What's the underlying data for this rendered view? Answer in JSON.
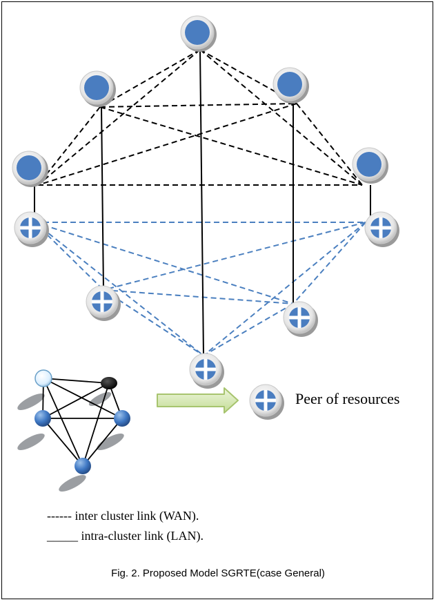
{
  "peer_label": "Peer of resources",
  "legend": {
    "wan": "------ inter cluster link (WAN).",
    "lan": "_____ intra-cluster link (LAN)."
  },
  "caption": "Fig. 2.  Proposed Model SGRTE(case General)",
  "colors": {
    "cluster_node": "#4a7dc0",
    "wan_cluster_link": "#000000",
    "wan_peer_link": "#4a7fbf",
    "intra_link": "#000000",
    "peer_plus": "#ffffff",
    "arrow_fill": "#d6e8b0"
  },
  "icons": {
    "cluster_node": "blue-circle-icon",
    "resource_peer": "plus-circle-icon",
    "arrow": "right-arrow-icon"
  }
}
